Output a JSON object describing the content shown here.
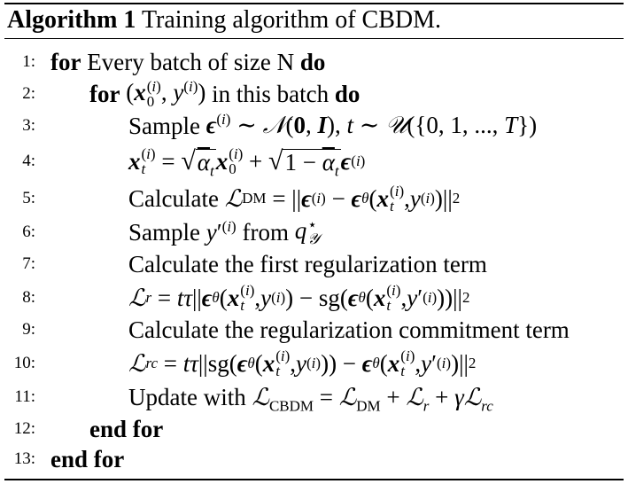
{
  "caption": {
    "label": "Algorithm 1",
    "text": "Training algorithm of CBDM."
  },
  "lines": [
    {
      "num": "1:",
      "kw": "for",
      "text": "Every batch of size N",
      "kw2": "do"
    },
    {
      "num": "2:",
      "kw": "for",
      "text": "in this batch",
      "kw2": "do"
    },
    {
      "num": "3:",
      "text": "Sample"
    },
    {
      "num": "4:"
    },
    {
      "num": "5:",
      "text": "Calculate"
    },
    {
      "num": "6:",
      "text": "Sample",
      "text2": "from"
    },
    {
      "num": "7:",
      "text": "Calculate the first regularization term"
    },
    {
      "num": "8:"
    },
    {
      "num": "9:",
      "text": "Calculate the regularization commitment term"
    },
    {
      "num": "10:"
    },
    {
      "num": "11:",
      "text": "Update with"
    },
    {
      "num": "12:",
      "kw": "end for"
    },
    {
      "num": "13:",
      "kw": "end for"
    }
  ]
}
